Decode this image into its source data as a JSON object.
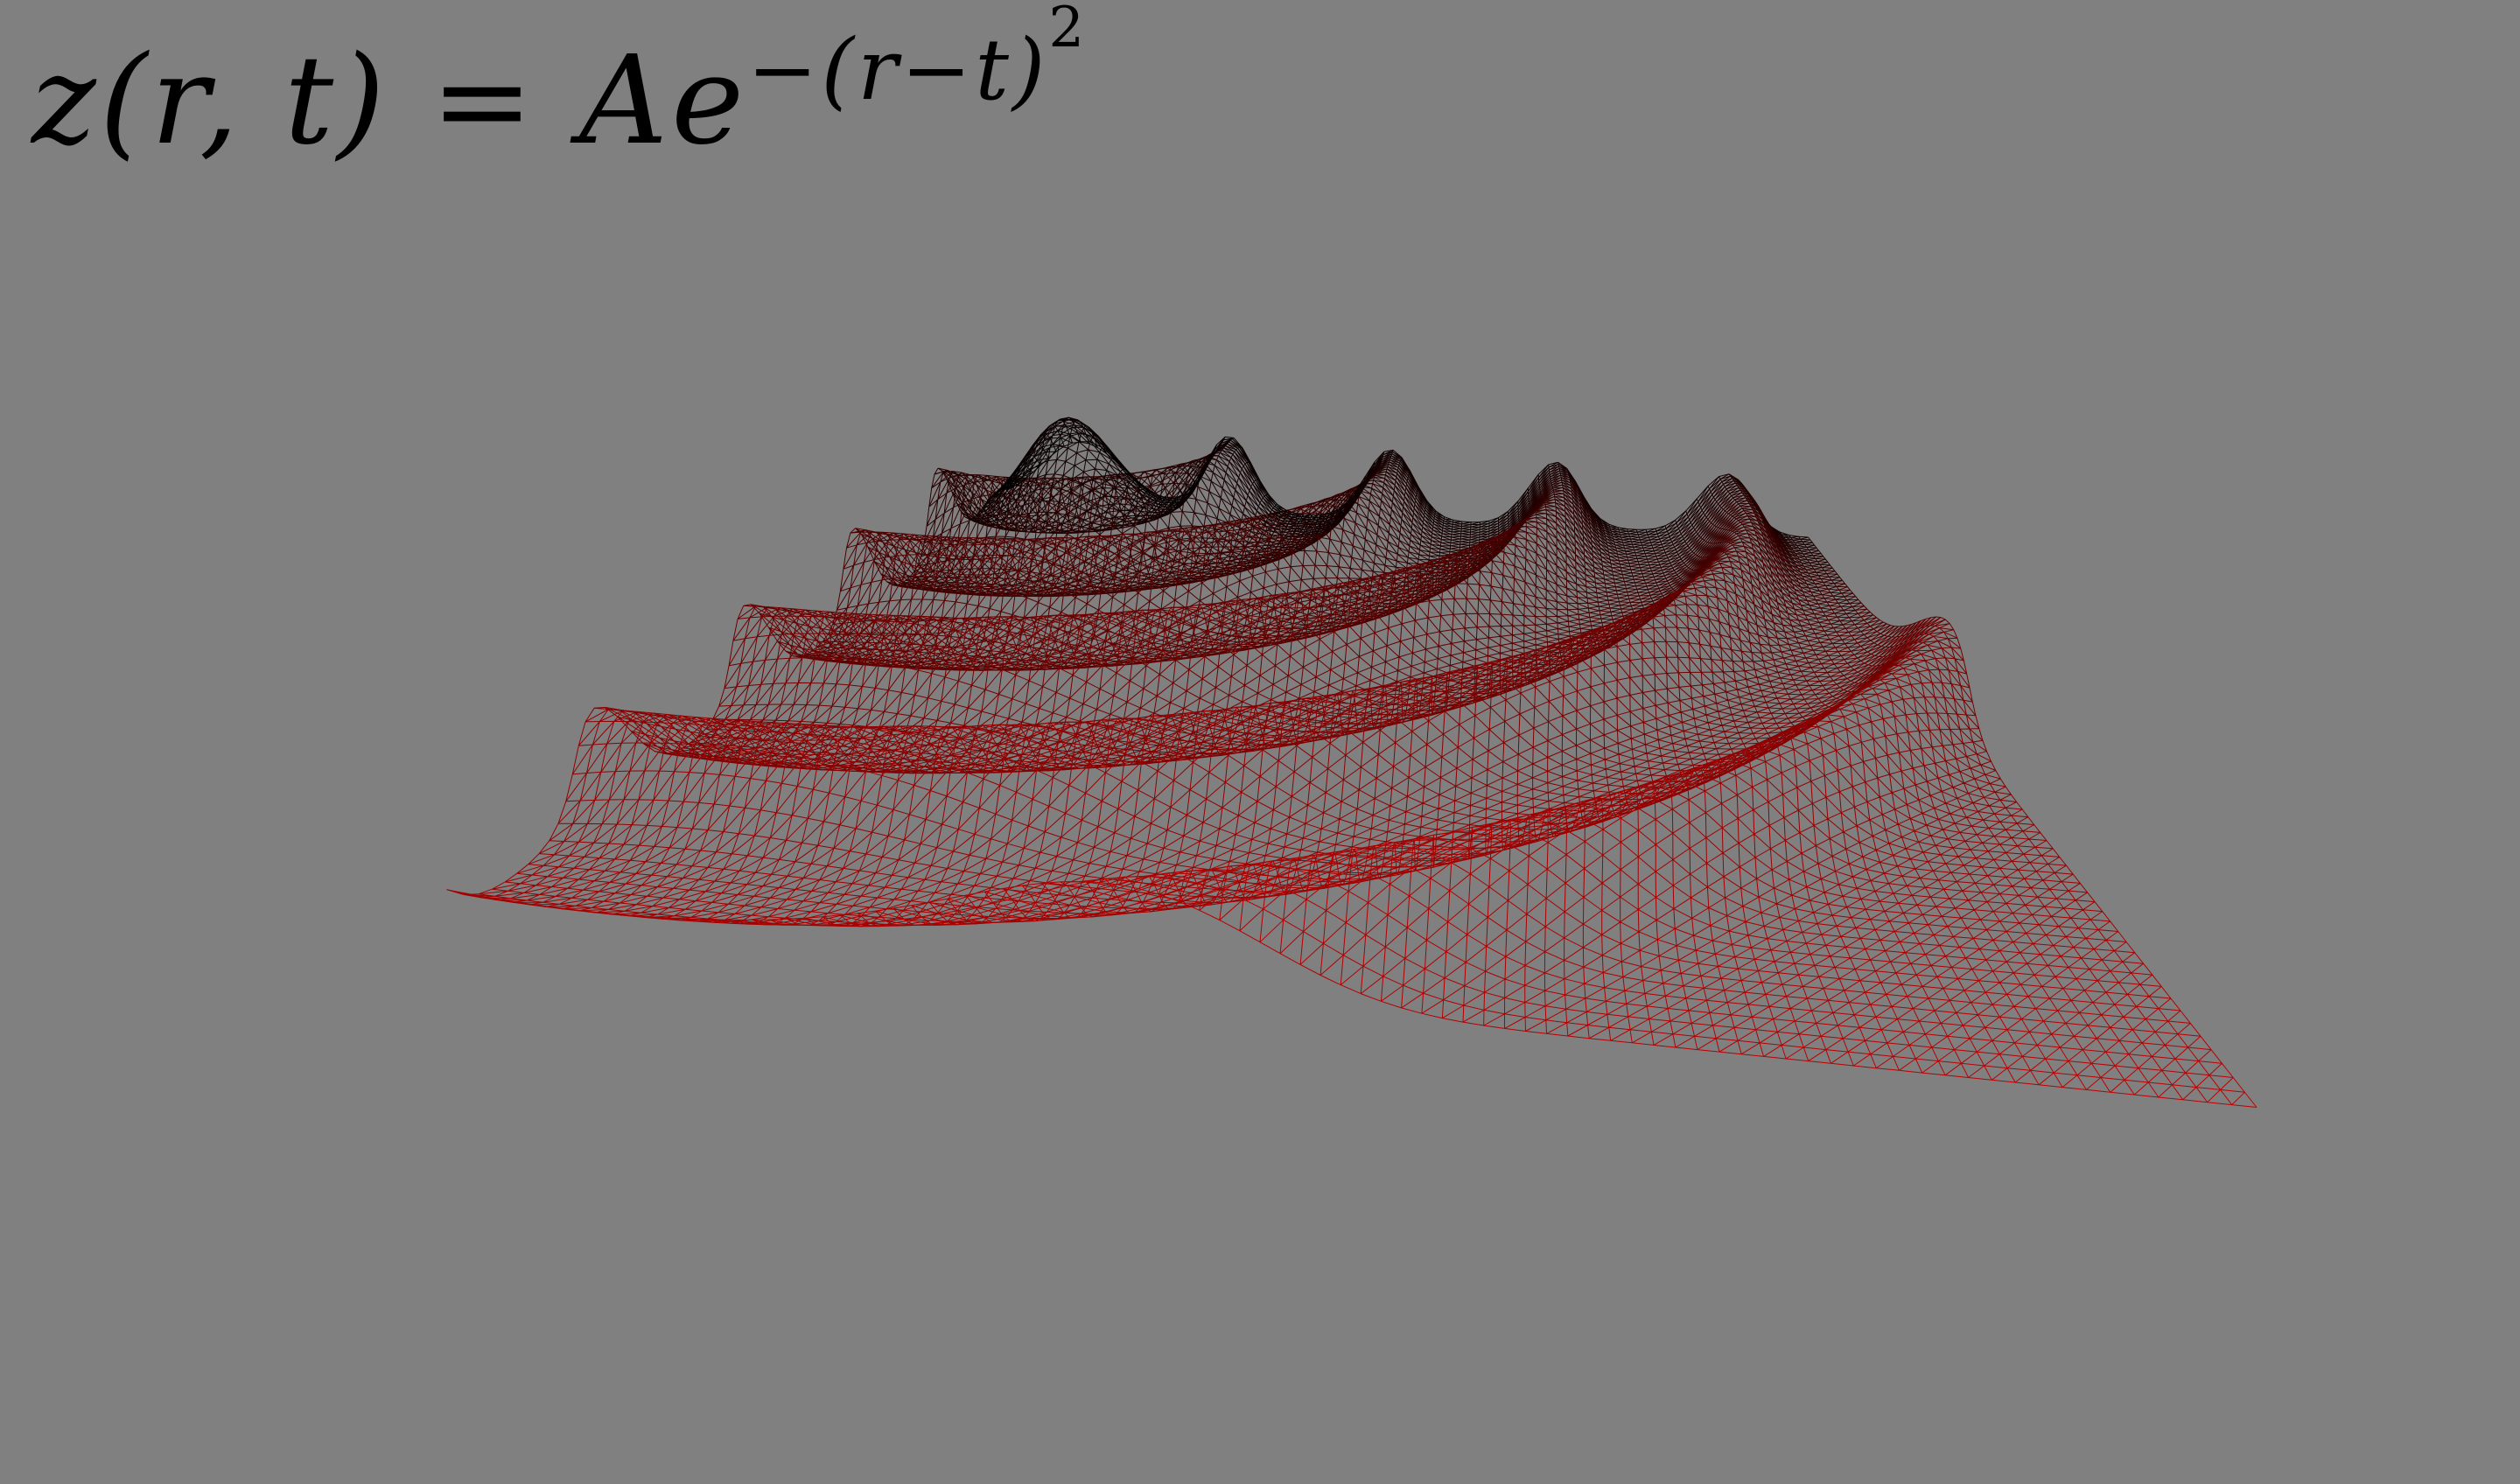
{
  "equation": {
    "lhs": "z(r, t)",
    "eq": " = ",
    "base": "Ae",
    "exponent": "−(r−t)",
    "power": "2"
  },
  "colors": {
    "background": "#808080",
    "mesh_near": "#c00000",
    "mesh_far": "#000000",
    "text": "#000000"
  }
}
